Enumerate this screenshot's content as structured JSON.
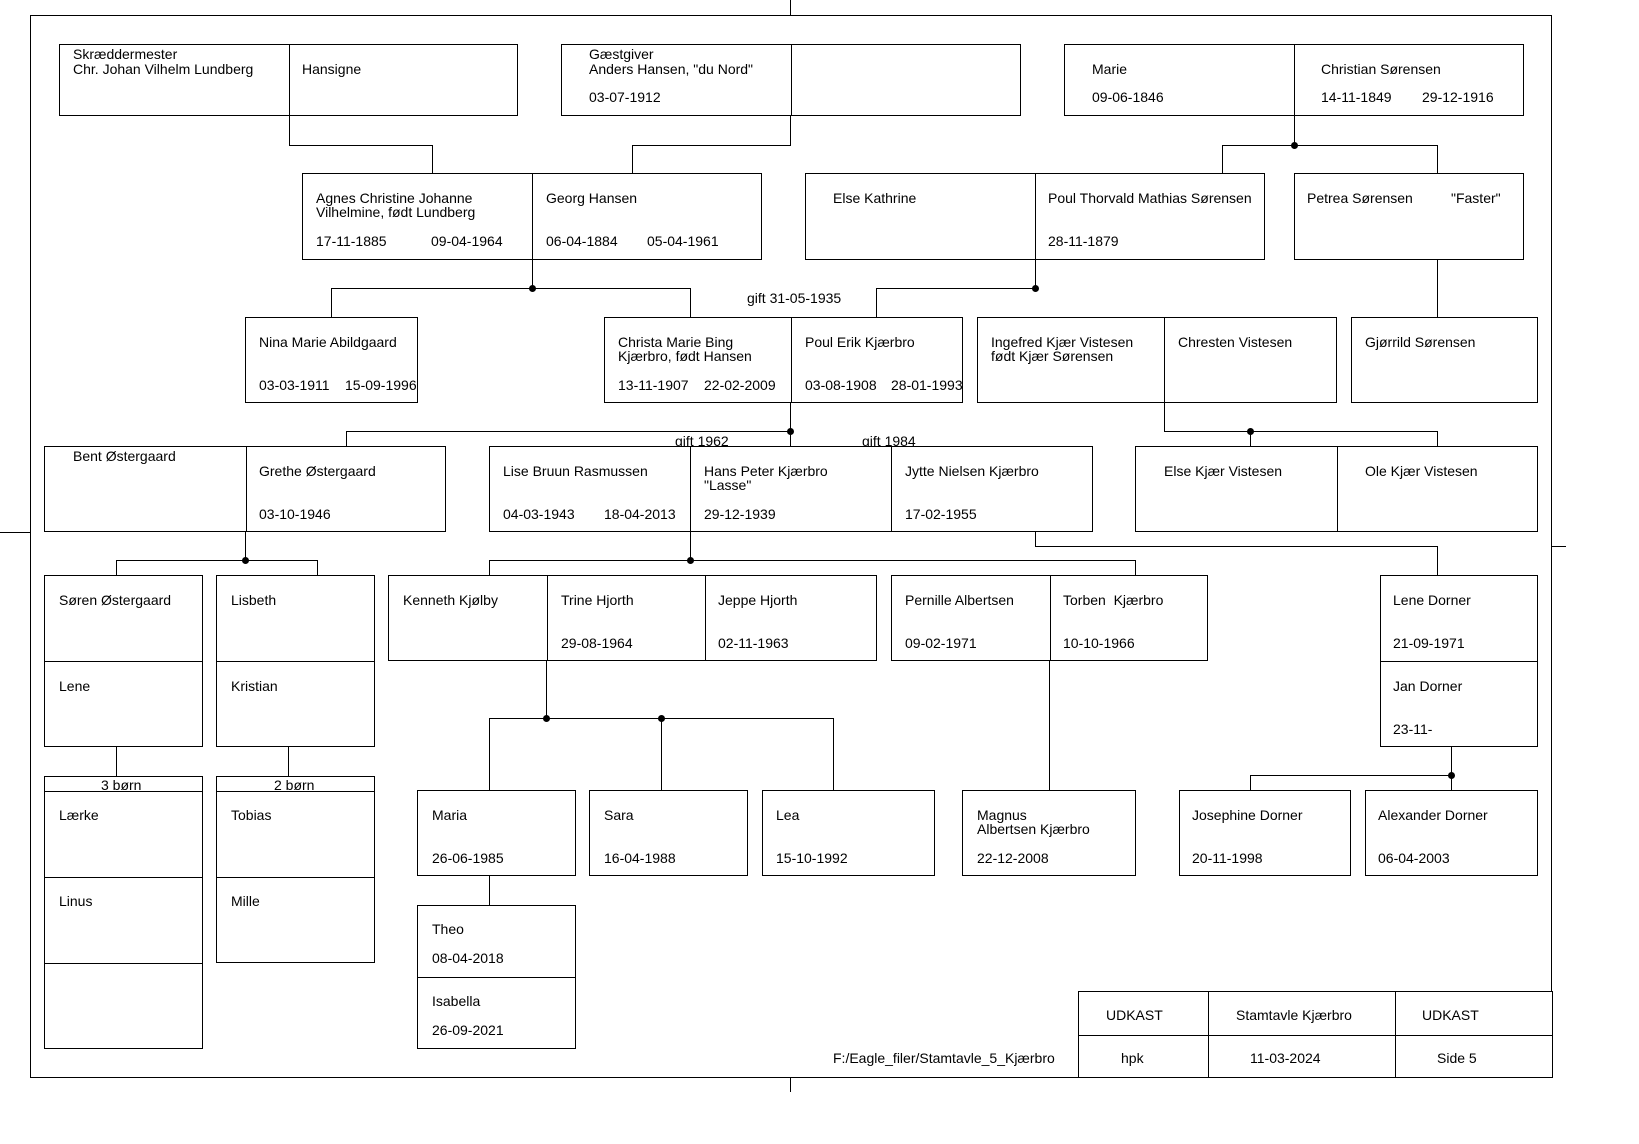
{
  "gen1": {
    "lundberg": {
      "line1": "Skræddermester",
      "line2": "Chr. Johan Vilhelm Lundberg",
      "spouse": "Hansigne"
    },
    "hansen": {
      "line1": "Gæstgiver",
      "line2": "Anders Hansen, \"du Nord\"",
      "death": "03-07-1912"
    },
    "sorensen": {
      "wife": "Marie",
      "wife_birth": "09-06-1846",
      "husband": "Christian Sørensen",
      "husband_birth": "14-11-1849",
      "husband_death": "29-12-1916"
    }
  },
  "gen2": {
    "agnes": {
      "name1": "Agnes Christine Johanne",
      "name2": "Vilhelmine, født Lundberg",
      "birth": "17-11-1885",
      "death": "09-04-1964"
    },
    "georg": {
      "name": "Georg Hansen",
      "birth": "06-04-1884",
      "death": "05-04-1961"
    },
    "else_k": {
      "name": "Else Kathrine"
    },
    "poul_t": {
      "name": "Poul Thorvald Mathias Sørensen",
      "birth": "28-11-1879"
    },
    "petrea": {
      "name": "Petrea Sørensen",
      "nickname": "\"Faster\""
    }
  },
  "gen3": {
    "marriage_label": "gift 31-05-1935",
    "nina": {
      "name": "Nina Marie Abildgaard",
      "birth": "03-03-1911",
      "death": "15-09-1996"
    },
    "christa": {
      "name1": "Christa Marie Bing",
      "name2": "Kjærbro, født Hansen",
      "birth": "13-11-1907",
      "death": "22-02-2009"
    },
    "poul_erik": {
      "name": "Poul Erik Kjærbro",
      "birth": "03-08-1908",
      "death": "28-01-1993"
    },
    "ingefred": {
      "name1": "Ingefred Kjær Vistesen",
      "name2": "født Kjær Sørensen"
    },
    "chresten": {
      "name": "Chresten Vistesen"
    },
    "gjorrild": {
      "name": "Gjørrild Sørensen"
    }
  },
  "gen4": {
    "marriage_1962": "gift 1962",
    "marriage_1984": "gift 1984",
    "bent": {
      "name": "Bent Østergaard"
    },
    "grethe": {
      "name": "Grethe Østergaard",
      "birth": "03-10-1946"
    },
    "lise": {
      "name": "Lise Bruun Rasmussen",
      "birth": "04-03-1943",
      "death": "18-04-2013"
    },
    "hans_peter": {
      "name1": "Hans Peter Kjærbro",
      "name2": "\"Lasse\"",
      "birth": "29-12-1939"
    },
    "jytte": {
      "name": "Jytte Nielsen Kjærbro",
      "birth": "17-02-1955"
    },
    "else_kv": {
      "name": "Else Kjær Vistesen"
    },
    "ole_kv": {
      "name": "Ole Kjær Vistesen"
    }
  },
  "gen5": {
    "soren": {
      "name": "Søren Østergaard",
      "partner": "Lene"
    },
    "lisbeth": {
      "name": "Lisbeth",
      "partner": "Kristian"
    },
    "kenneth": {
      "name": "Kenneth Kjølby"
    },
    "trine": {
      "name": "Trine Hjorth",
      "birth": "29-08-1964"
    },
    "jeppe": {
      "name": "Jeppe Hjorth",
      "birth": "02-11-1963"
    },
    "pernille": {
      "name": "Pernille Albertsen",
      "birth": "09-02-1971"
    },
    "torben": {
      "name": "Torben  Kjærbro",
      "birth": "10-10-1966"
    },
    "lene_d": {
      "name": "Lene Dorner",
      "birth": "21-09-1971",
      "partner": "Jan Dorner",
      "partner_birth": "23-11-"
    }
  },
  "gen6": {
    "soren_kids": {
      "count": "3 børn",
      "child1": "Lærke",
      "child2": "Linus"
    },
    "lisbeth_kids": {
      "count": "2 børn",
      "child1": "Tobias",
      "child2": "Mille"
    },
    "maria": {
      "name": "Maria",
      "birth": "26-06-1985"
    },
    "sara": {
      "name": "Sara",
      "birth": "16-04-1988"
    },
    "lea": {
      "name": "Lea",
      "birth": "15-10-1992"
    },
    "magnus": {
      "name1": "Magnus",
      "name2": "Albertsen Kjærbro",
      "birth": "22-12-2008"
    },
    "josephine": {
      "name": "Josephine Dorner",
      "birth": "20-11-1998"
    },
    "alexander": {
      "name": "Alexander Dorner",
      "birth": "06-04-2003"
    }
  },
  "gen7": {
    "theo": {
      "name": "Theo",
      "birth": "08-04-2018"
    },
    "isabella": {
      "name": "Isabella",
      "birth": "26-09-2021"
    }
  },
  "title_block": {
    "file_path": "F:/Eagle_filer/Stamtavle_5_Kjærbro",
    "status_left": "UDKAST",
    "title": "Stamtavle Kjærbro",
    "status_right": "UDKAST",
    "author": "hpk",
    "date": "11-03-2024",
    "page": "Side 5"
  }
}
